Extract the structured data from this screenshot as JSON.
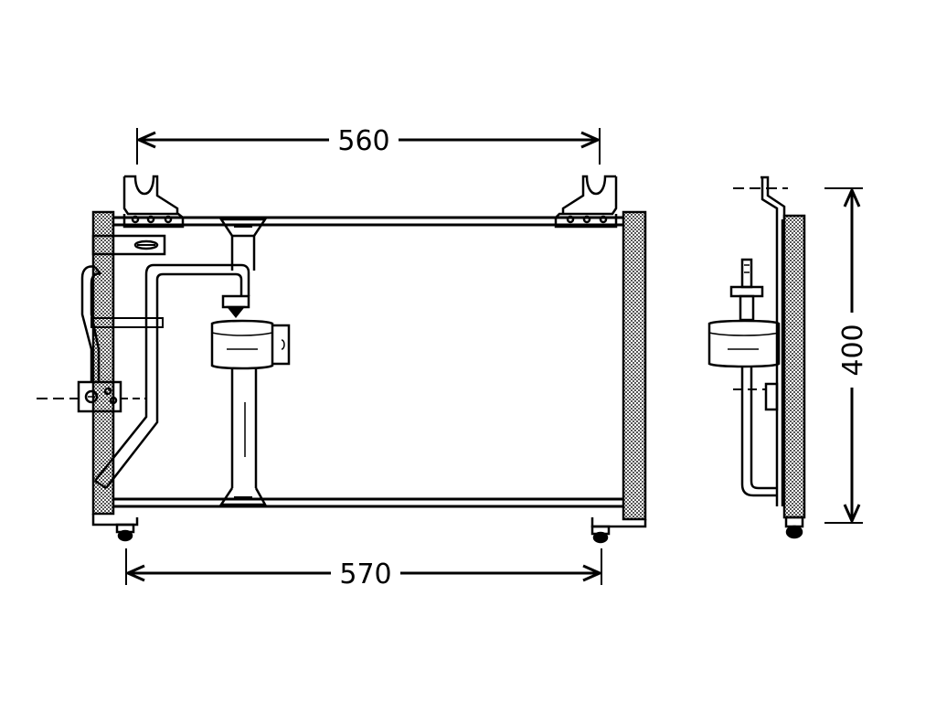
{
  "dimensions": {
    "top_width": "560",
    "bottom_width": "570",
    "height": "400"
  },
  "colors": {
    "line": "#000000",
    "background": "#ffffff",
    "hatch": "#7a7a7a"
  }
}
